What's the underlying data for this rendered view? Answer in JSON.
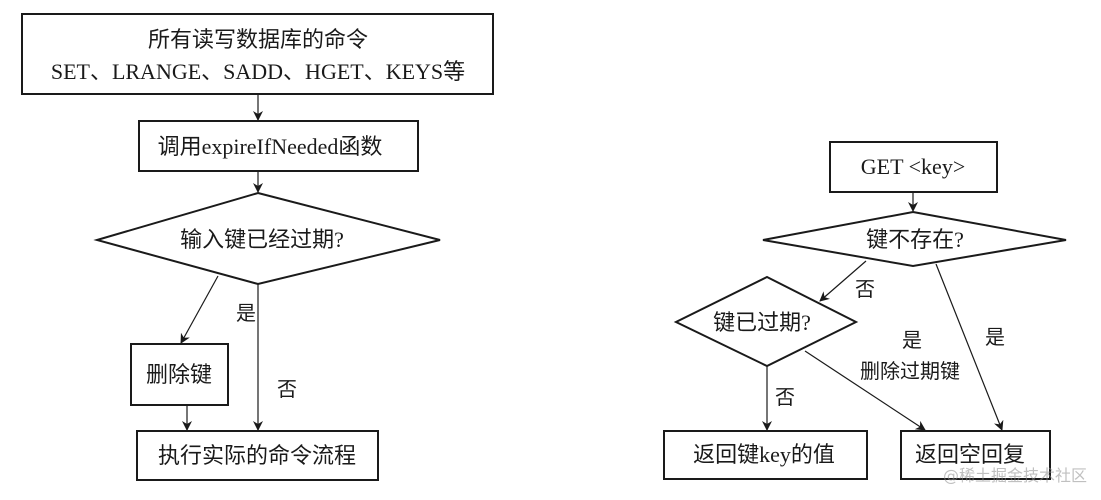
{
  "left_flow": {
    "start_line1": "所有读写数据库的命令",
    "start_line2": "SET、LRANGE、SADD、HGET、KEYS等",
    "call": "调用expireIfNeeded函数",
    "decision": "输入键已经过期?",
    "delete": "删除键",
    "execute": "执行实际的命令流程",
    "yes_label": "是",
    "no_label": "否"
  },
  "right_flow": {
    "start": "GET <key>",
    "decision_exists": "键不存在?",
    "decision_expired": "键已过期?",
    "return_value": "返回键key的值",
    "return_empty": "返回空回复",
    "no_label_1": "否",
    "no_label_2": "否",
    "yes_label_1": "是",
    "yes_label_2": "是",
    "delete_label": "删除过期键"
  },
  "watermark": "@稀土掘金技术社区"
}
